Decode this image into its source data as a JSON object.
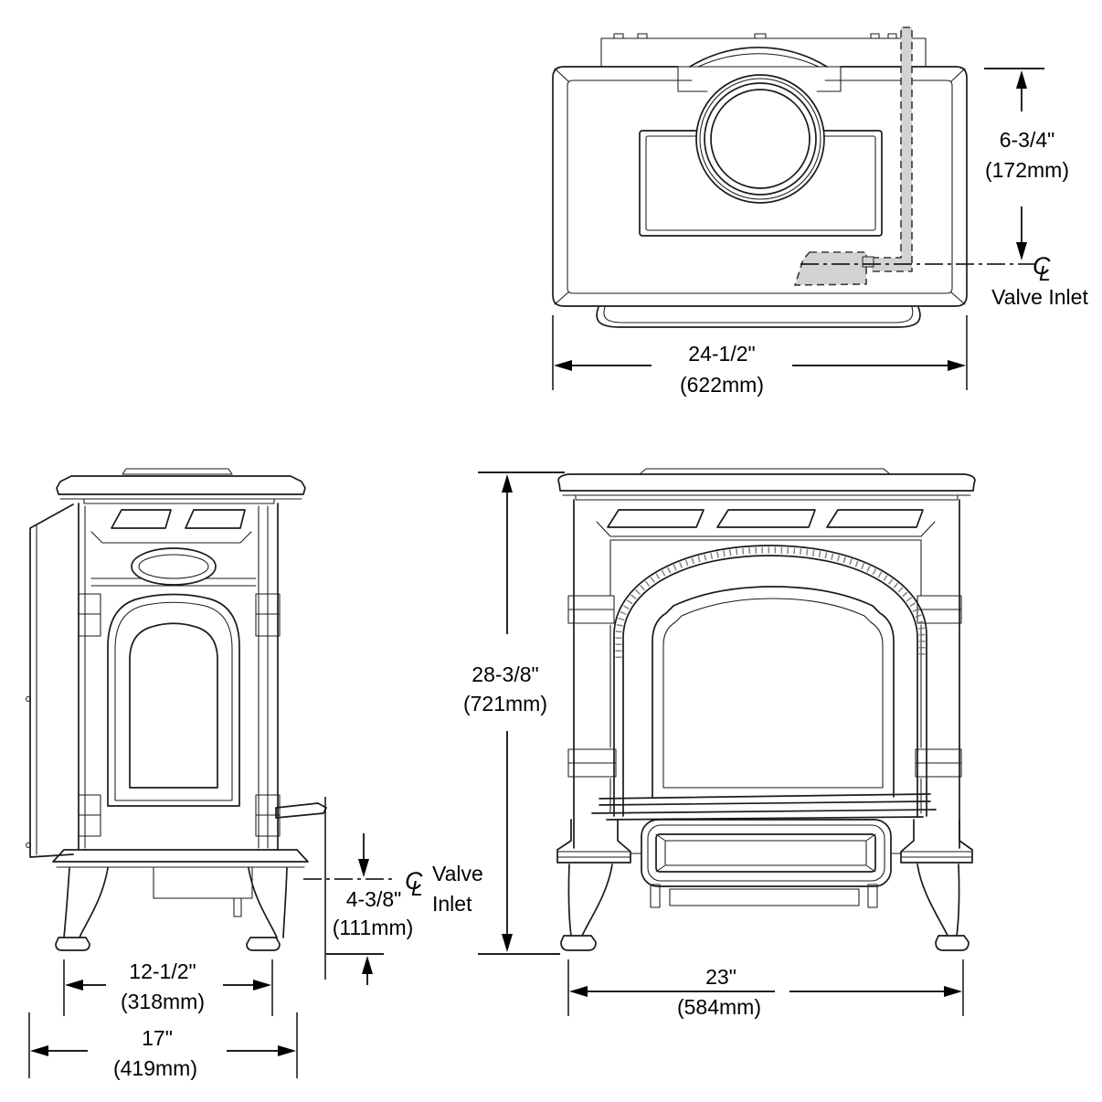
{
  "top_view": {
    "height_in": "6-3/4\"",
    "height_mm": "(172mm)",
    "width_in": "24-1/2\"",
    "width_mm": "(622mm)",
    "valve_inlet_label": "Valve Inlet",
    "centerline_c": "C",
    "centerline_l": "L"
  },
  "side_view": {
    "valve_height_in": "4-3/8\"",
    "valve_height_mm": "(111mm)",
    "valve_label_line1": "Valve",
    "valve_label_line2": "Inlet",
    "leg_span_in": "12-1/2\"",
    "leg_span_mm": "(318mm)",
    "depth_in": "17\"",
    "depth_mm": "(419mm)",
    "centerline_c": "C",
    "centerline_l": "L"
  },
  "front_view": {
    "height_in": "28-3/8\"",
    "height_mm": "(721mm)",
    "width_in": "23\"",
    "width_mm": "(584mm)"
  }
}
